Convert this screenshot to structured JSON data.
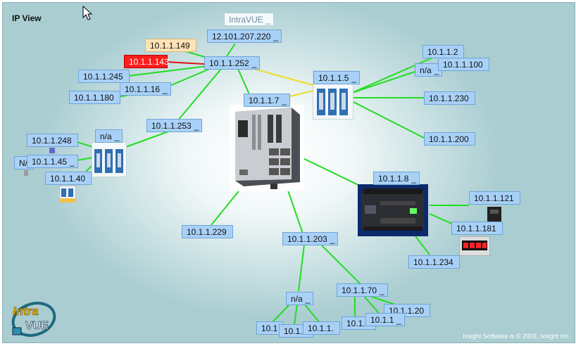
{
  "view_title": "IP View",
  "copyright": "Ixsight Software is © 2003, Ixsight Inc.",
  "logo": {
    "line1": "Intra",
    "line2": "VUE"
  },
  "colors": {
    "link_green": "#22dd22",
    "link_yellow": "#eedd22",
    "link_red": "#dd1111",
    "node_fill": "#a9d1f7",
    "selected_fill": "#ff1c1c"
  },
  "nodes": [
    {
      "id": "intravue",
      "label": "IntraVUE",
      "underscore": "_"
    },
    {
      "id": "n12_101",
      "label": "12.101.207.220",
      "underscore": "_"
    },
    {
      "id": "n149",
      "label": "10.1.1.149",
      "underscore": ""
    },
    {
      "id": "n143",
      "label": "10.1.1.143",
      "underscore": ""
    },
    {
      "id": "n252",
      "label": "10.1.1.252",
      "underscore": "_"
    },
    {
      "id": "n245",
      "label": "10.1.1.245",
      "underscore": ""
    },
    {
      "id": "n16",
      "label": "10.1.1.16",
      "underscore": "_"
    },
    {
      "id": "n180",
      "label": "10.1.1.180",
      "underscore": ""
    },
    {
      "id": "n7",
      "label": "10.1.1.7",
      "underscore": "_"
    },
    {
      "id": "n5",
      "label": "10.1.1.5",
      "underscore": "_"
    },
    {
      "id": "n2",
      "label": "10.1.1.2",
      "underscore": ""
    },
    {
      "id": "na_right",
      "label": "n/a",
      "underscore": "_"
    },
    {
      "id": "n100",
      "label": "10.1.1.100",
      "underscore": ""
    },
    {
      "id": "n230",
      "label": "10.1.1.230",
      "underscore": ""
    },
    {
      "id": "n200",
      "label": "10.1.1.200",
      "underscore": ""
    },
    {
      "id": "n253",
      "label": "10.1.1.253",
      "underscore": "_"
    },
    {
      "id": "na_left",
      "label": "n/a",
      "underscore": "_"
    },
    {
      "id": "n248",
      "label": "10.1.1.248",
      "underscore": ""
    },
    {
      "id": "na_cut",
      "label": "N/",
      "underscore": ""
    },
    {
      "id": "n45",
      "label": "10.1.1.45",
      "underscore": "_"
    },
    {
      "id": "n40",
      "label": "10.1.1.40",
      "underscore": ""
    },
    {
      "id": "n8",
      "label": "10.1.1.8",
      "underscore": "_"
    },
    {
      "id": "n121",
      "label": "10.1.1.121",
      "underscore": ""
    },
    {
      "id": "n181",
      "label": "10.1.1.181",
      "underscore": ""
    },
    {
      "id": "n234",
      "label": "10.1.1.234",
      "underscore": ""
    },
    {
      "id": "n229",
      "label": "10.1.1.229",
      "underscore": ""
    },
    {
      "id": "n203",
      "label": "10.1.1.203",
      "underscore": "_"
    },
    {
      "id": "na_bottom",
      "label": "n/a",
      "underscore": "_"
    },
    {
      "id": "n70",
      "label": "10.1.1.70",
      "underscore": "_"
    },
    {
      "id": "n20",
      "label": "10.1.1.20",
      "underscore": ""
    },
    {
      "id": "nb1",
      "label": "10.1",
      "underscore": ""
    },
    {
      "id": "nb2",
      "label": "10.1.1",
      "underscore": ""
    },
    {
      "id": "nb3",
      "label": "10.1.1.",
      "underscore": ""
    },
    {
      "id": "nb4",
      "label": "10.1.1",
      "underscore": ""
    },
    {
      "id": "nb5",
      "label": "10.1.1",
      "underscore": "_"
    }
  ]
}
